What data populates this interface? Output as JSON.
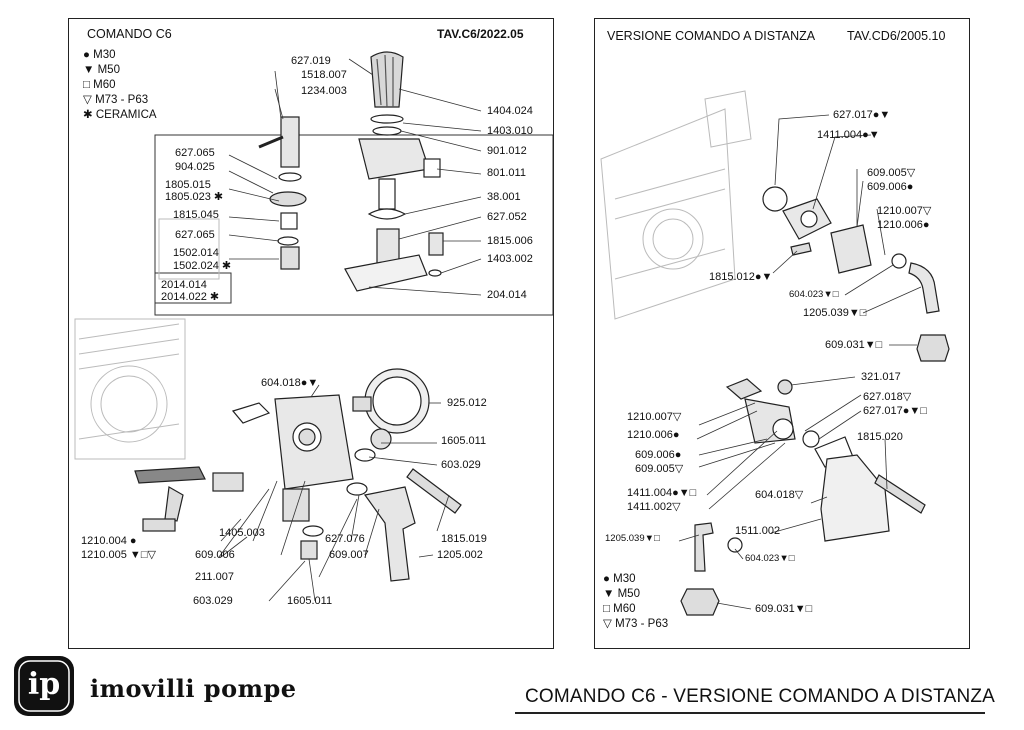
{
  "left_panel": {
    "title": "COMANDO C6",
    "code": "TAV.C6/2022.05",
    "legend": [
      {
        "symbol": "●",
        "label": "M30"
      },
      {
        "symbol": "▼",
        "label": "M50"
      },
      {
        "symbol": "□",
        "label": "M60"
      },
      {
        "symbol": "▽",
        "label": "M73 - P63"
      },
      {
        "symbol": "✱",
        "label": "CERAMICA"
      }
    ],
    "parts": [
      "627.019",
      "1518.007",
      "1234.003",
      "1404.024",
      "1403.010",
      "901.012",
      "627.065",
      "904.025",
      "801.011",
      "1805.015",
      "1805.023 ✱",
      "38.001",
      "1815.045",
      "627.052",
      "627.065",
      "1815.006",
      "1502.014",
      "1502.024 ✱",
      "1403.002",
      "2014.014",
      "2014.022 ✱",
      "204.014",
      "604.018●▼",
      "925.012",
      "1605.011",
      "603.029",
      "1815.019",
      "1210.004 ●",
      "1210.005 ▼□▽",
      "1405.003",
      "609.006",
      "627.076",
      "609.007",
      "1205.002",
      "211.007",
      "603.029",
      "1605.011"
    ]
  },
  "right_panel": {
    "title": "VERSIONE COMANDO A DISTANZA",
    "code": "TAV.CD6/2005.10",
    "parts": [
      "627.017●▼",
      "1411.004●▼",
      "609.005▽",
      "609.006●",
      "1210.007▽",
      "1210.006●",
      "1815.012●▼",
      "604.023▼□",
      "1205.039▼□",
      "609.031▼□",
      "321.017",
      "627.018▽",
      "627.017●▼□",
      "1210.007▽",
      "1210.006●",
      "1815.020",
      "609.006●",
      "609.005▽",
      "1411.004●▼□",
      "604.018▽",
      "1411.002▽",
      "1511.002",
      "1205.039▼□",
      "604.023▼□",
      "609.031▼□"
    ],
    "legend": [
      {
        "symbol": "●",
        "label": "M30"
      },
      {
        "symbol": "▼",
        "label": "M50"
      },
      {
        "symbol": "□",
        "label": "M60"
      },
      {
        "symbol": "▽",
        "label": "M73 - P63"
      }
    ]
  },
  "footer": {
    "logo_text": "ip",
    "brand": "imovilli pompe",
    "title": "COMANDO C6 - VERSIONE COMANDO A DISTANZA"
  }
}
